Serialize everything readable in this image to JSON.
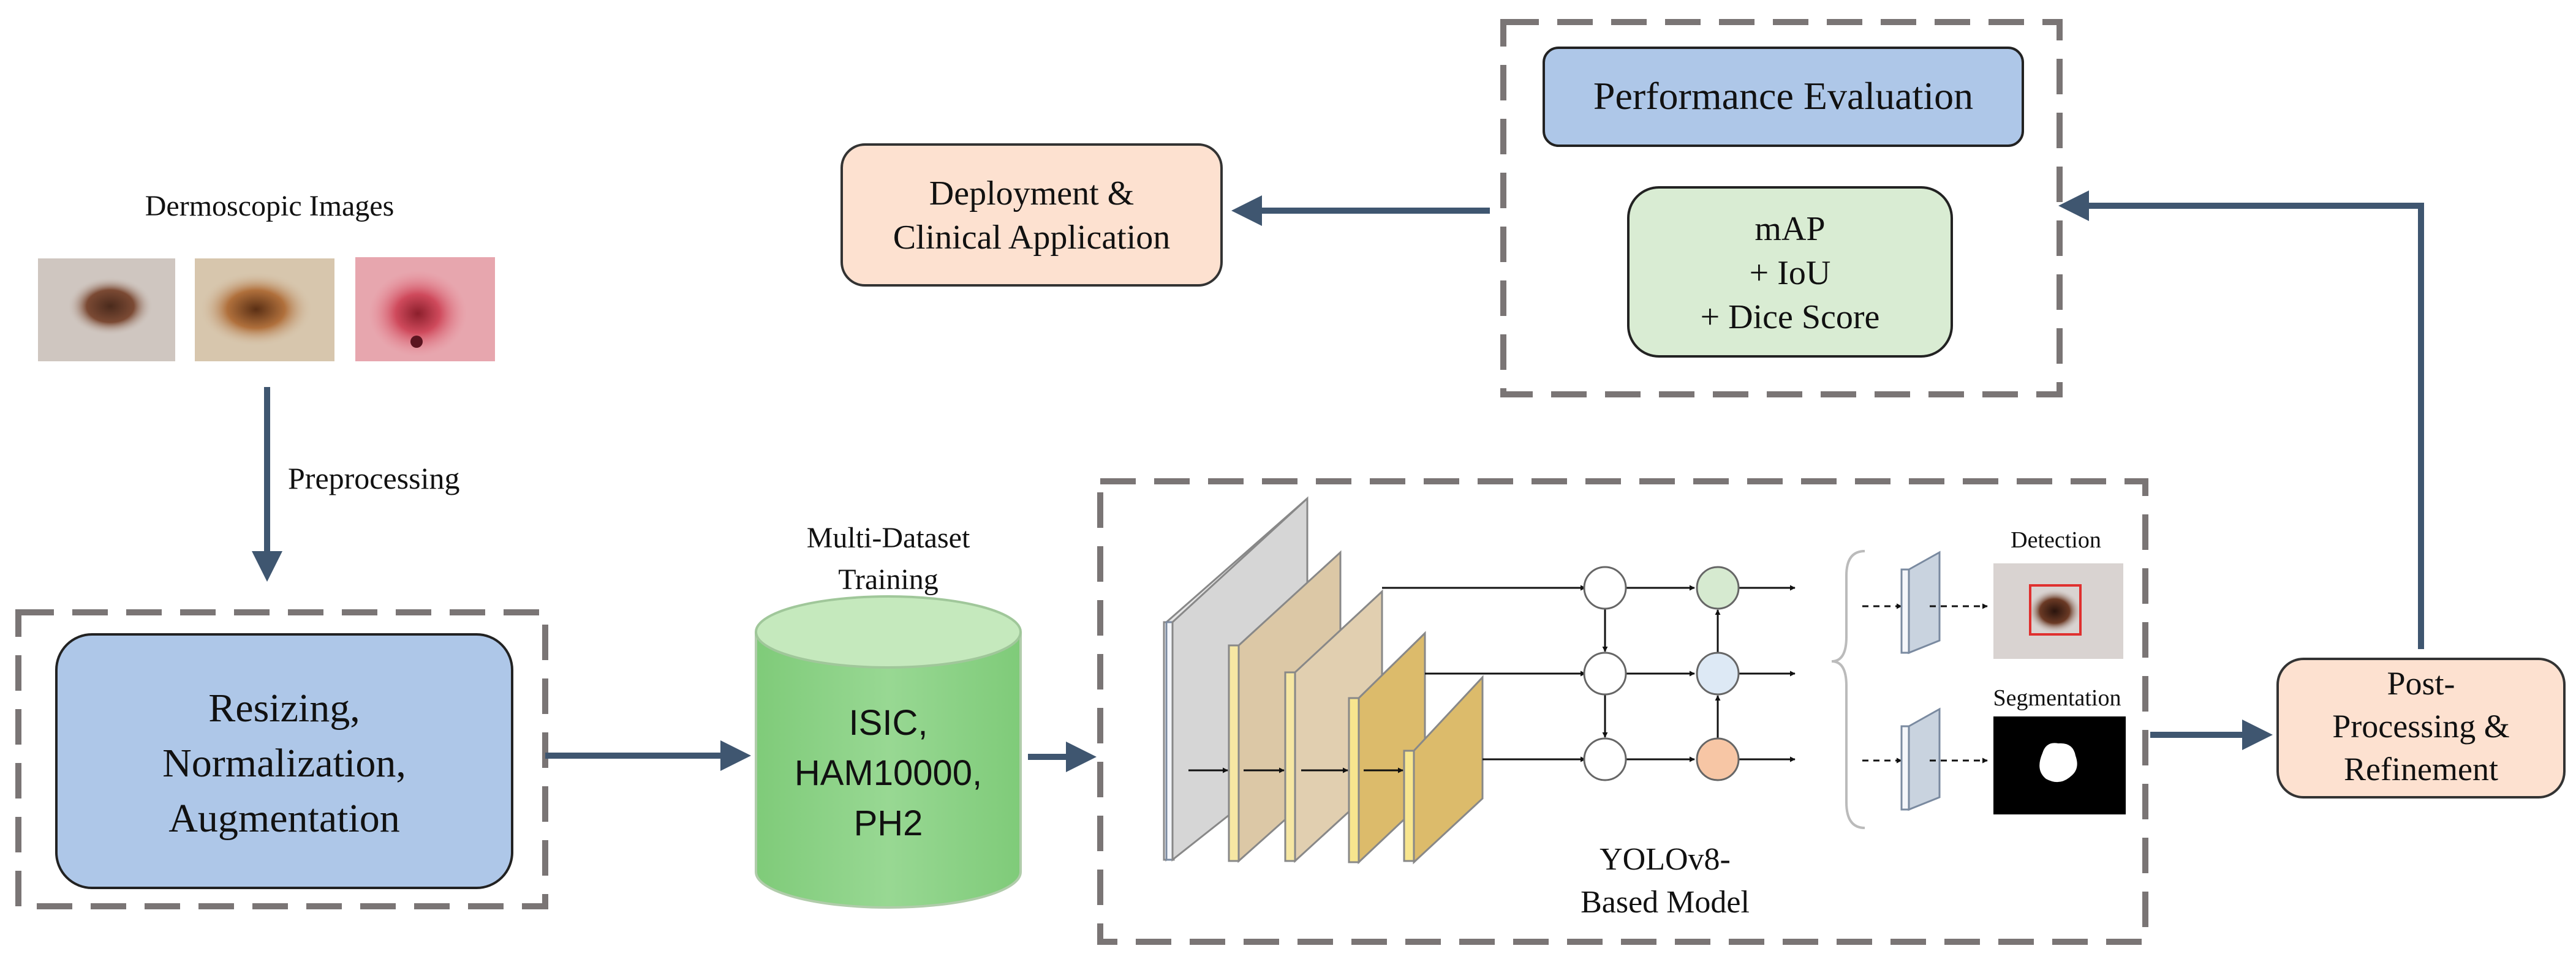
{
  "dermoscopic": {
    "title": "Dermoscopic Images"
  },
  "preprocessing": {
    "label": "Preprocessing"
  },
  "preprocess_box": {
    "line1": "Resizing,",
    "line2": "Normalization,",
    "line3": "Augmentation"
  },
  "datasets": {
    "caption1": "Multi-Dataset",
    "caption2": "Training",
    "line1": "ISIC,",
    "line2": "HAM10000,",
    "line3": "PH2"
  },
  "model": {
    "caption1": "YOLOv8-",
    "caption2": "Based Model",
    "detection_label": "Detection",
    "segmentation_label": "Segmentation"
  },
  "postprocess": {
    "line1": "Post-",
    "line2": "Processing &",
    "line3": "Refinement"
  },
  "evaluation": {
    "title": "Performance Evaluation",
    "metric1": "mAP",
    "metric2": "+ IoU",
    "metric3": "+ Dice Score"
  },
  "deployment": {
    "line1": "Deployment &",
    "line2": "Clinical Application"
  },
  "colors": {
    "arrow": "#3f5670",
    "dash": "#7a7575",
    "blue_box": "#aec7e8",
    "green_box": "#d9ecd3",
    "peach_box": "#fde1d0",
    "cylinder": "#8fd18a"
  }
}
